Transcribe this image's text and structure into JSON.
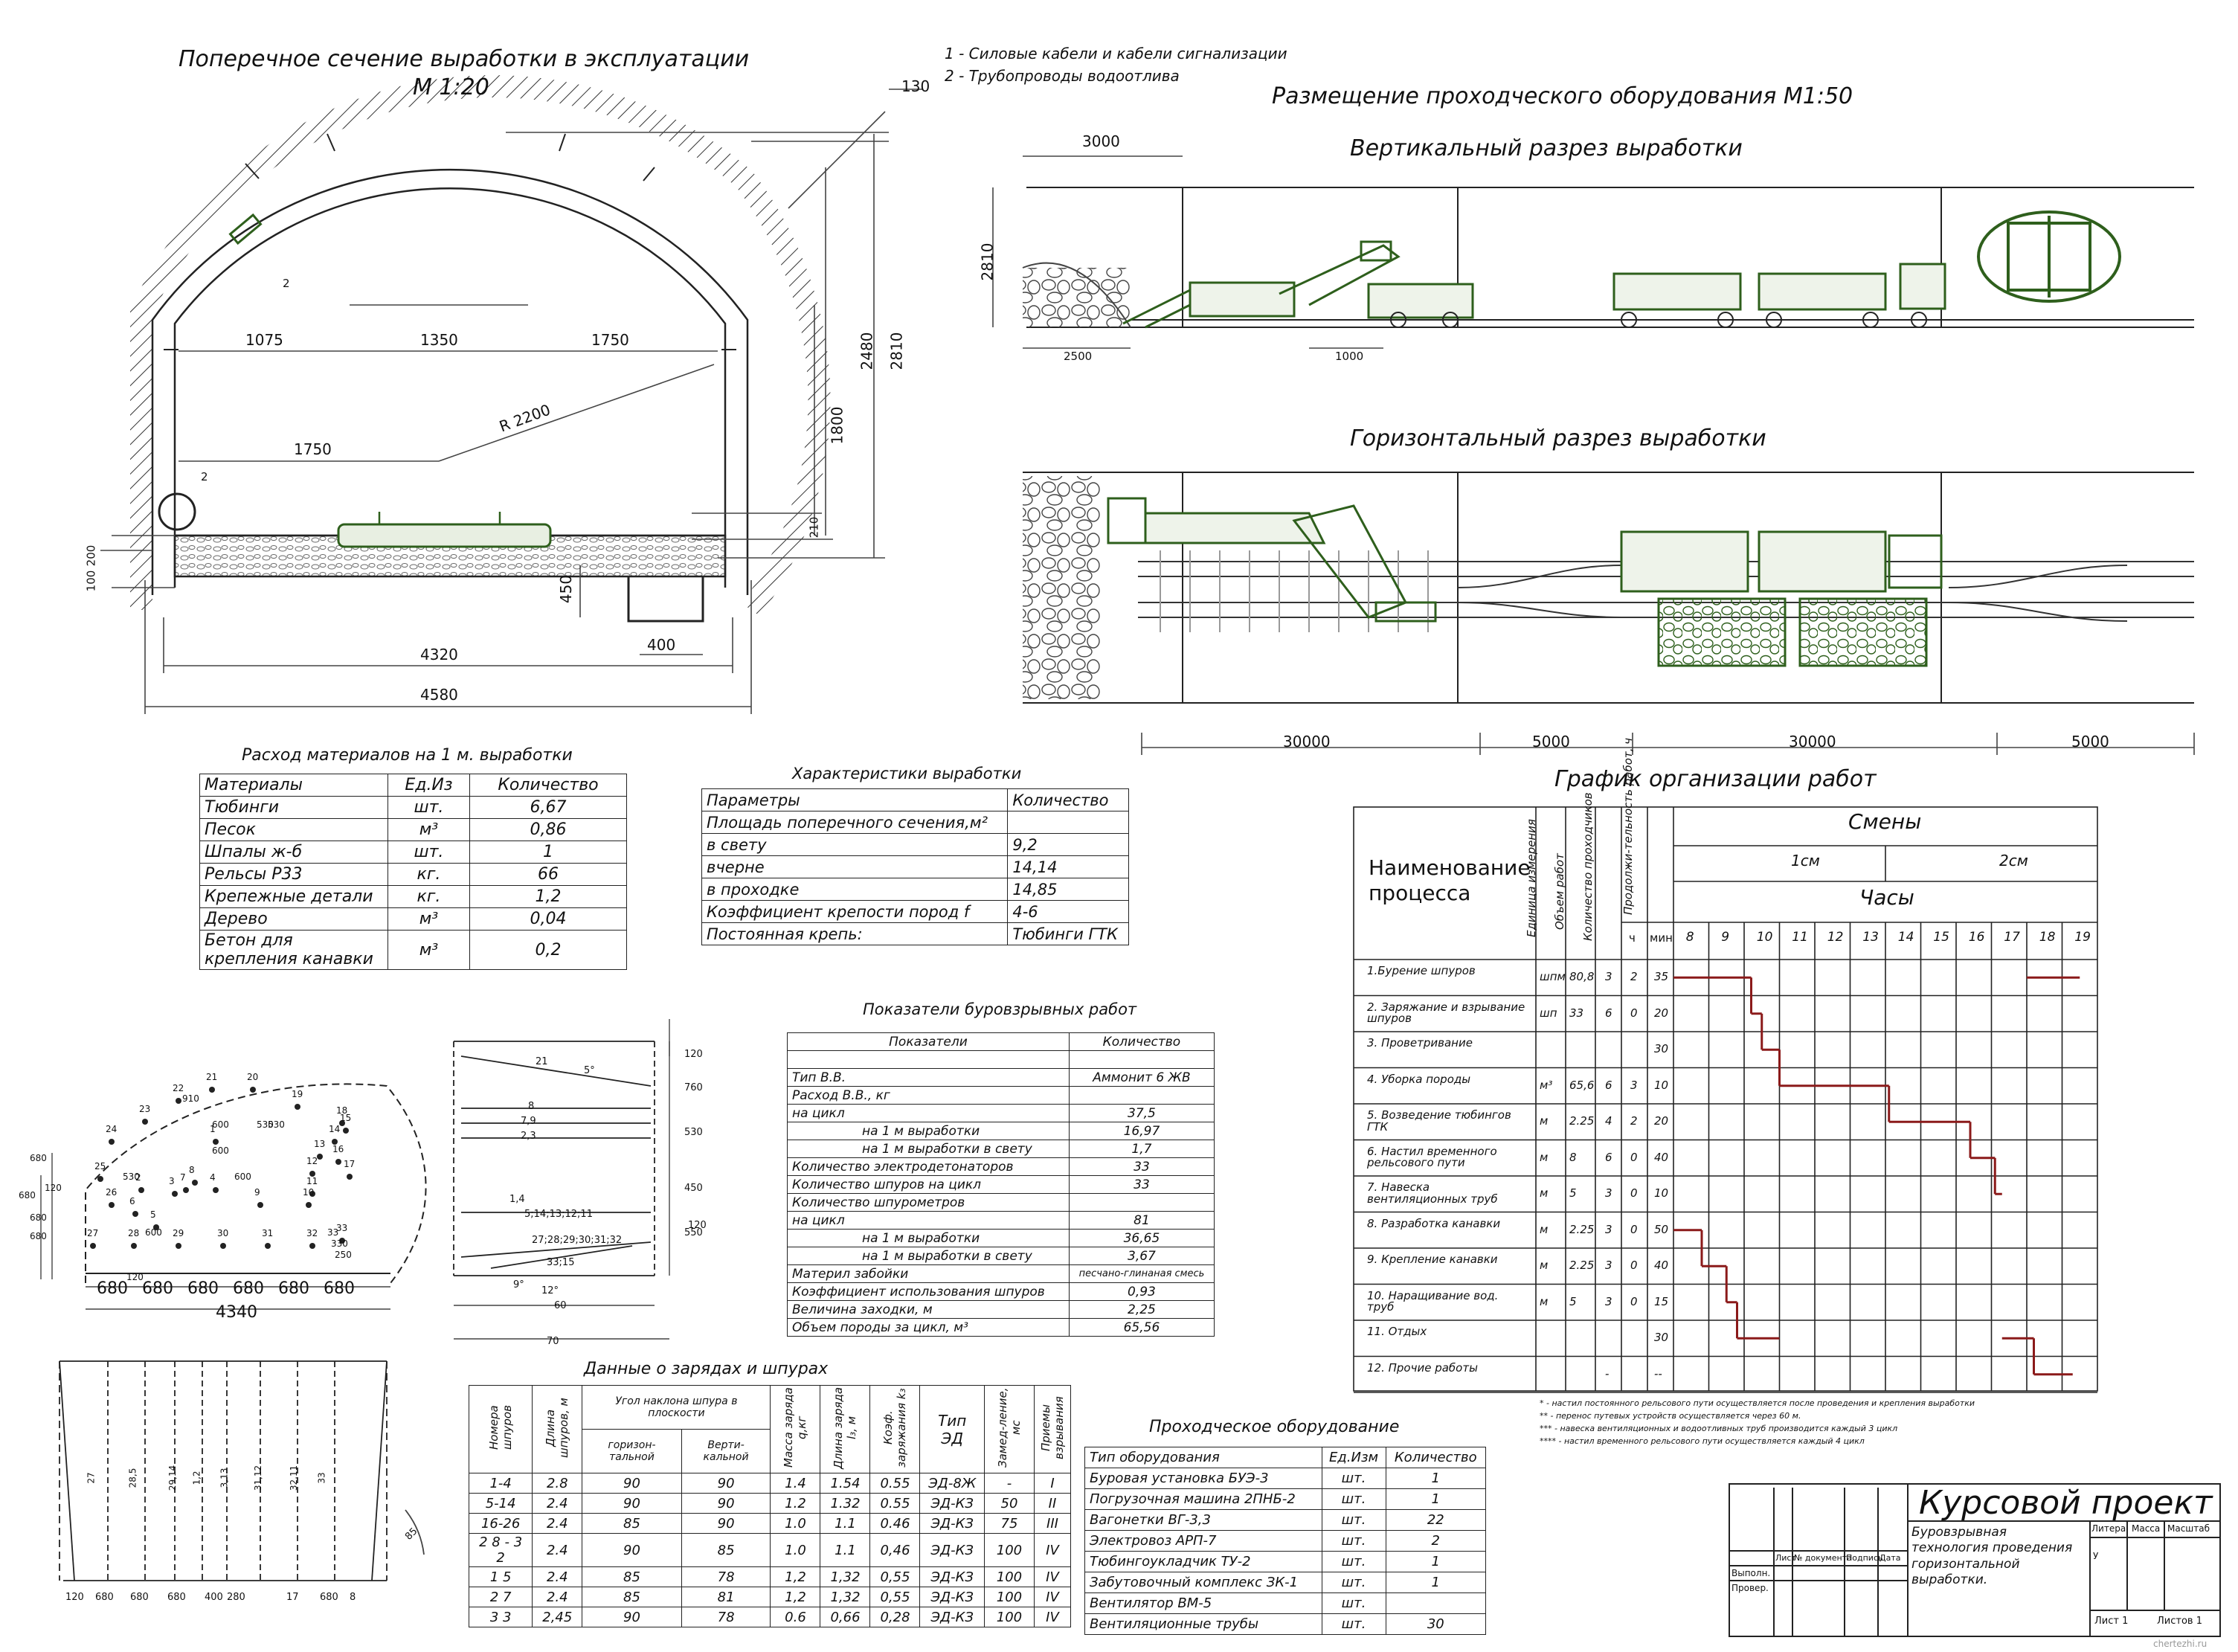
{
  "cross_section": {
    "title": "Поперечное сечение выработки в эксплуатации",
    "scale": "М 1:20",
    "legend": [
      "1 - Силовые кабели и кабели сигнализации",
      "2 - Трубопроводы водоотлива"
    ],
    "dims": {
      "d1075": "1075",
      "d1350": "1350",
      "d1750a": "1750",
      "d1750b": "1750",
      "radius": "R 2200",
      "h1800": "1800",
      "h2480": "2480",
      "h2810": "2810",
      "d4320": "4320",
      "d4580": "4580",
      "d400": "400",
      "d450": "450",
      "d130": "130",
      "d100": "100",
      "d200": "200",
      "d210": "210"
    },
    "marks": [
      "2",
      "2"
    ]
  },
  "equipment_layout": {
    "title": "Размещение проходческого оборудования М1:50",
    "vertical_title": "Вертикальный разрез выработки",
    "horizontal_title": "Горизонтальный разрез выработки",
    "dims": {
      "d3000": "3000",
      "h2810": "2810",
      "d2500": "2500",
      "d1000": "1000",
      "s1": "30000",
      "s2": "5000",
      "s3": "30000",
      "s4": "5000"
    }
  },
  "materials": {
    "title": "Расход материалов на 1 м. выработки",
    "headers": [
      "Материалы",
      "Ед.Из",
      "Количество"
    ],
    "rows": [
      [
        "Тюбинги",
        "шт.",
        "6,67"
      ],
      [
        "Песок",
        "м³",
        "0,86"
      ],
      [
        "Шпалы ж-б",
        "шт.",
        "1"
      ],
      [
        "Рельсы Р33",
        "кг.",
        "66"
      ],
      [
        "Крепежные детали",
        "кг.",
        "1,2"
      ],
      [
        "Дерево",
        "м³",
        "0,04"
      ],
      [
        "Бетон для крепления канавки",
        "м³",
        "0,2"
      ]
    ]
  },
  "characteristics": {
    "title": "Характеристики выработки",
    "headers": [
      "Параметры",
      "Количество"
    ],
    "rows": [
      [
        "Площадь поперечного сечения,м²",
        ""
      ],
      [
        "в свету",
        "9,2"
      ],
      [
        "вчерне",
        "14,14"
      ],
      [
        "в проходке",
        "14,85"
      ],
      [
        "Коэффициент крепости пород f",
        "4-6"
      ],
      [
        "Постоянная крепь:",
        "Тюбинги ГТК"
      ]
    ]
  },
  "blast_indicators": {
    "title": "Показатели буровзрывных работ",
    "headers": [
      "Показатели",
      "Количество"
    ],
    "rows": [
      [
        "Тип В.В.",
        "Аммонит 6 ЖВ"
      ],
      [
        "Расход В.В., кг",
        ""
      ],
      [
        "на цикл",
        "37,5"
      ],
      [
        "на 1 м выработки",
        "16,97"
      ],
      [
        "на 1 м выработки в свету",
        "1,7"
      ],
      [
        "Количество электродетонаторов",
        "33"
      ],
      [
        "Количество шпуров на цикл",
        "33"
      ],
      [
        "Количество шпурометров",
        ""
      ],
      [
        "на цикл",
        "81"
      ],
      [
        "на 1 м выработки",
        "36,65"
      ],
      [
        "на 1 м выработки в свету",
        "3,67"
      ],
      [
        "Материл забойки",
        "песчано-глинаная смесь"
      ],
      [
        "Коэффициент использования шпуров",
        "0,93"
      ],
      [
        "Величина заходки, м",
        "2,25"
      ],
      [
        "Объем породы за цикл, м³",
        "65,56"
      ]
    ]
  },
  "charges": {
    "title": "Данные о зарядах и шпурах",
    "headers": [
      "Номера шпуров",
      "Длина шпуров, м",
      "Угол наклона шпура в плоскости",
      "горизон-тальной",
      "Верти-кальной",
      "Масса заряда q,кг",
      "Длина заряда l₃, м",
      "Коэф. заряжания k₃",
      "Тип ЭД",
      "Замед-ление, мс",
      "Приемы взрывания"
    ],
    "rows": [
      [
        "1-4",
        "2.8",
        "90",
        "90",
        "1.4",
        "1.54",
        "0.55",
        "ЭД-8Ж",
        "-",
        "I"
      ],
      [
        "5-14",
        "2.4",
        "90",
        "90",
        "1.2",
        "1.32",
        "0.55",
        "ЭД-КЗ",
        "50",
        "II"
      ],
      [
        "16-26",
        "2.4",
        "85",
        "90",
        "1.0",
        "1.1",
        "0.46",
        "ЭД-КЗ",
        "75",
        "III"
      ],
      [
        "2 8 - 3 2",
        "2.4",
        "90",
        "85",
        "1.0",
        "1.1",
        "0,46",
        "ЭД-КЗ",
        "100",
        "IV"
      ],
      [
        "1 5",
        "2.4",
        "85",
        "78",
        "1,2",
        "1,32",
        "0,55",
        "ЭД-КЗ",
        "100",
        "IV"
      ],
      [
        "2 7",
        "2.4",
        "85",
        "81",
        "1,2",
        "1,32",
        "0,55",
        "ЭД-КЗ",
        "100",
        "IV"
      ],
      [
        "3 3",
        "2,45",
        "90",
        "78",
        "0.6",
        "0,66",
        "0,28",
        "ЭД-КЗ",
        "100",
        "IV"
      ]
    ]
  },
  "equipment": {
    "title": "Проходческое оборудование",
    "headers": [
      "Тип оборудования",
      "Ед.Изм",
      "Количество"
    ],
    "rows": [
      [
        "Буровая установка БУЭ-3",
        "шт.",
        "1"
      ],
      [
        "Погрузочная машина 2ПНБ-2",
        "шт.",
        "1"
      ],
      [
        "Вагонетки ВГ-3,3",
        "шт.",
        "22"
      ],
      [
        "Электровоз АРП-7",
        "шт.",
        "2"
      ],
      [
        "Тюбингоукладчик ТУ-2",
        "шт.",
        "1"
      ],
      [
        "Забутовочный комплекс ЗК-1",
        "шт.",
        "1"
      ],
      [
        "Вентилятор ВМ-5",
        "шт.",
        ""
      ],
      [
        "Вентиляционные трубы",
        "шт.",
        "30"
      ]
    ]
  },
  "schedule": {
    "title": "График организации работ",
    "col_process": "Наименование процесса",
    "col_unit": "Единица измерения",
    "col_volume": "Объем работ",
    "col_workers": "Количество проходчиков",
    "col_duration": "Продолжи-тельность работ, ч",
    "col_h": "ч",
    "col_min": "мин",
    "shifts": "Смены",
    "shift1": "1см",
    "shift2": "2см",
    "hours_label": "Часы",
    "hours": [
      "8",
      "9",
      "10",
      "11",
      "12",
      "13",
      "14",
      "15",
      "16",
      "17",
      "18",
      "19"
    ],
    "rows": [
      {
        "name": "1.Бурение шпуров",
        "unit": "шпм",
        "vol": "80,8",
        "w": "3",
        "h": "2",
        "m": "35"
      },
      {
        "name": "2. Заряжание и взрывание шпуров",
        "unit": "шп",
        "vol": "33",
        "w": "6",
        "h": "0",
        "m": "20"
      },
      {
        "name": "3. Проветривание",
        "unit": "",
        "vol": "",
        "w": "",
        "h": "",
        "m": "30"
      },
      {
        "name": "4. Уборка породы",
        "unit": "м³",
        "vol": "65,6",
        "w": "6",
        "h": "3",
        "m": "10"
      },
      {
        "name": "5. Возведение тюбингов ГТК",
        "unit": "м",
        "vol": "2.25",
        "w": "4",
        "h": "2",
        "m": "20"
      },
      {
        "name": "6. Настил временного рельсового пути",
        "unit": "м",
        "vol": "8",
        "w": "6",
        "h": "0",
        "m": "40"
      },
      {
        "name": "7. Навеска вентиляционных труб",
        "unit": "м",
        "vol": "5",
        "w": "3",
        "h": "0",
        "m": "10"
      },
      {
        "name": "8. Разработка канавки",
        "unit": "м",
        "vol": "2.25",
        "w": "3",
        "h": "0",
        "m": "50"
      },
      {
        "name": "9. Крепление канавки",
        "unit": "м",
        "vol": "2.25",
        "w": "3",
        "h": "0",
        "m": "40"
      },
      {
        "name": "10. Наращивание вод. труб",
        "unit": "м",
        "vol": "5",
        "w": "3",
        "h": "0",
        "m": "15"
      },
      {
        "name": "11. Отдых",
        "unit": "",
        "vol": "",
        "w": "",
        "h": "",
        "m": "30"
      },
      {
        "name": "12. Прочие работы",
        "unit": "",
        "vol": "",
        "w": "-",
        "h": "",
        "m": "--"
      }
    ],
    "notes": [
      "* - настил постоянного рельсового пути осуществляется после проведения и крепления выработки",
      "** - перенос путевых устройств осуществляется через 60 м.",
      "*** - навеска вентиляционных и водоотливных труб производится каждый 3 цикл",
      "**** - настил временного рельсового пути осуществляется каждый 4 цикл"
    ]
  },
  "face": {
    "holes": [
      "1",
      "2",
      "3",
      "4",
      "5",
      "6",
      "7",
      "8",
      "9",
      "10",
      "11",
      "12",
      "13",
      "14",
      "15",
      "16",
      "17",
      "18",
      "19",
      "20",
      "21",
      "22",
      "23",
      "24",
      "25",
      "26",
      "27",
      "28",
      "29",
      "30",
      "31",
      "32",
      "33"
    ],
    "dims": [
      "680",
      "680",
      "680",
      "680",
      "680",
      "680"
    ],
    "total": "4340",
    "misc": [
      "910",
      "600",
      "530",
      "600",
      "600",
      "530",
      "530",
      "120",
      "120",
      "600",
      "680",
      "680",
      "680",
      "680",
      "330",
      "33",
      "250"
    ]
  },
  "side_view": {
    "labels": [
      "21",
      "5°",
      "8",
      "7,9",
      "2,3",
      "1,4",
      "5;14;13;12;11",
      "27;28;29;30;31;32",
      "33;15",
      "9°",
      "12°",
      "60",
      "70",
      "120",
      "760",
      "530",
      "450",
      "550",
      "120"
    ]
  },
  "plan_view": {
    "lengths": [
      "27",
      "28,5",
      "29,14",
      "1,2",
      "3,13",
      "31,12",
      "32,11",
      "33"
    ],
    "dims": [
      "120",
      "680",
      "680",
      "680",
      "400",
      "280",
      "17",
      "680",
      "8"
    ],
    "angle": "85"
  },
  "stamp": {
    "title": "Курсовой проект",
    "subtitle": "Буровзрывная технология проведения горизонтальной выработки.",
    "cols": [
      "Лист",
      "№ документа",
      "Подпись",
      "Дата"
    ],
    "rows": [
      "Выполн.",
      "Провер."
    ],
    "litera": "Литера",
    "mass": "Масса",
    "scale": "Масштаб",
    "u": "У",
    "sheet": "Лист 1",
    "sheets": "Листов 1"
  },
  "watermark": "chertezhi.ru",
  "colors": {
    "line": "#222222",
    "accent": "#2e5f1c",
    "bar": "#8b1a1a",
    "dim": "#444444"
  }
}
